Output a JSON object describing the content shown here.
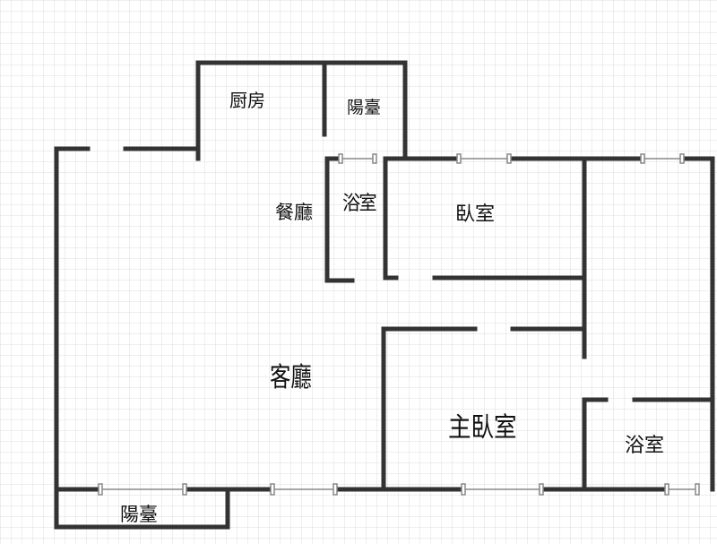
{
  "rooms": {
    "kitchen": "厨房",
    "balcony_top": "陽臺",
    "dining": "餐廳",
    "bath_small": "浴室",
    "bedroom": "臥室",
    "living": "客廳",
    "master_bedroom": "主臥室",
    "bath_main": "浴室",
    "balcony_bottom": "陽臺"
  },
  "colors": {
    "wall": "#333333",
    "grid": "#dcdcdc",
    "window": "#888888"
  }
}
